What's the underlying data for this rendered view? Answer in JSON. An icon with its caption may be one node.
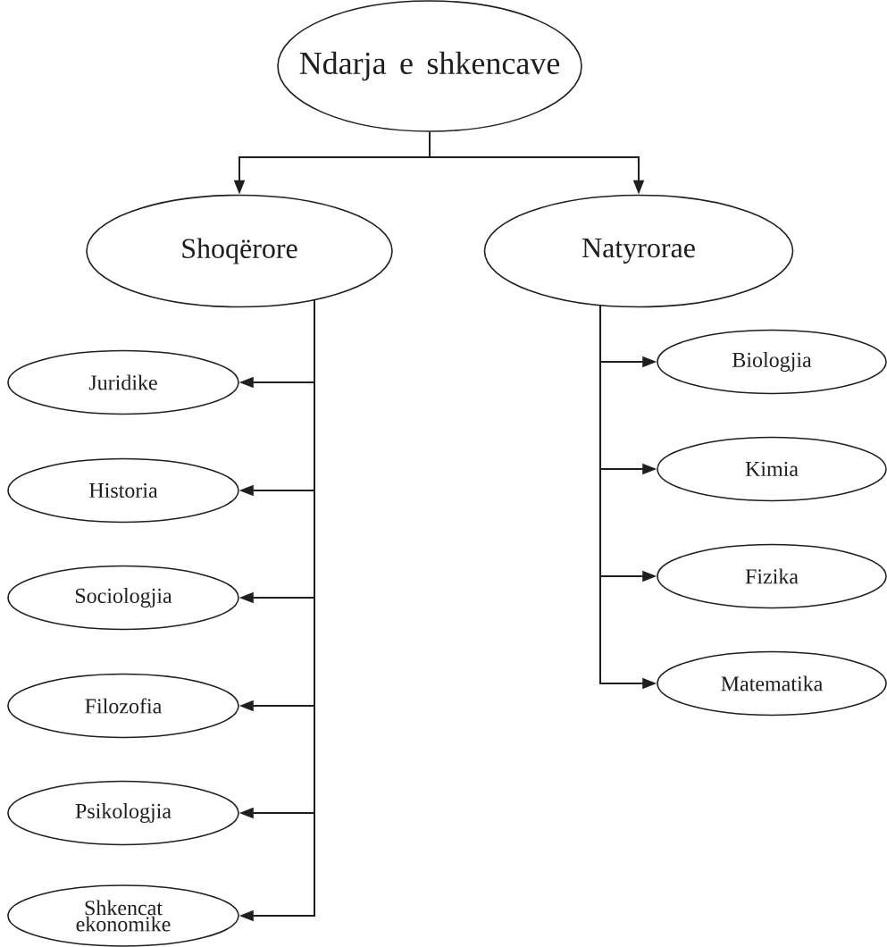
{
  "diagram": {
    "nodes": [
      {
        "text": [
          "Ndarja e shkencave"
        ]
      },
      {
        "text": [
          "Shoqërore"
        ]
      },
      {
        "text": [
          "Natyrorae"
        ]
      },
      {
        "text": [
          "Juridike"
        ]
      },
      {
        "text": [
          "Historia"
        ]
      },
      {
        "text": [
          "Sociologjia"
        ]
      },
      {
        "text": [
          "Filozofia"
        ]
      },
      {
        "text": [
          "Psikologjia"
        ]
      },
      {
        "text": [
          "Shkencat ekonomike"
        ]
      },
      {
        "text": [
          "Biologjia"
        ]
      },
      {
        "text": [
          "Kimia"
        ]
      },
      {
        "text": [
          "Fizika"
        ]
      },
      {
        "text": [
          "Matematika"
        ]
      }
    ],
    "edges": [
      {
        "from": 0,
        "to": 1,
        "arrow": "to"
      },
      {
        "from": 0,
        "to": 2,
        "arrow": "to"
      },
      {
        "from": 1,
        "to": 3,
        "arrow": "to"
      },
      {
        "from": 1,
        "to": 4,
        "arrow": "to"
      },
      {
        "from": 1,
        "to": 5,
        "arrow": "to"
      },
      {
        "from": 1,
        "to": 6,
        "arrow": "to"
      },
      {
        "from": 1,
        "to": 7,
        "arrow": "to"
      },
      {
        "from": 1,
        "to": 8,
        "arrow": "to"
      },
      {
        "from": 2,
        "to": 9,
        "arrow": "to"
      },
      {
        "from": 2,
        "to": 10,
        "arrow": "to"
      },
      {
        "from": 2,
        "to": 11,
        "arrow": "to"
      },
      {
        "from": 2,
        "to": 12,
        "arrow": "to"
      }
    ]
  }
}
